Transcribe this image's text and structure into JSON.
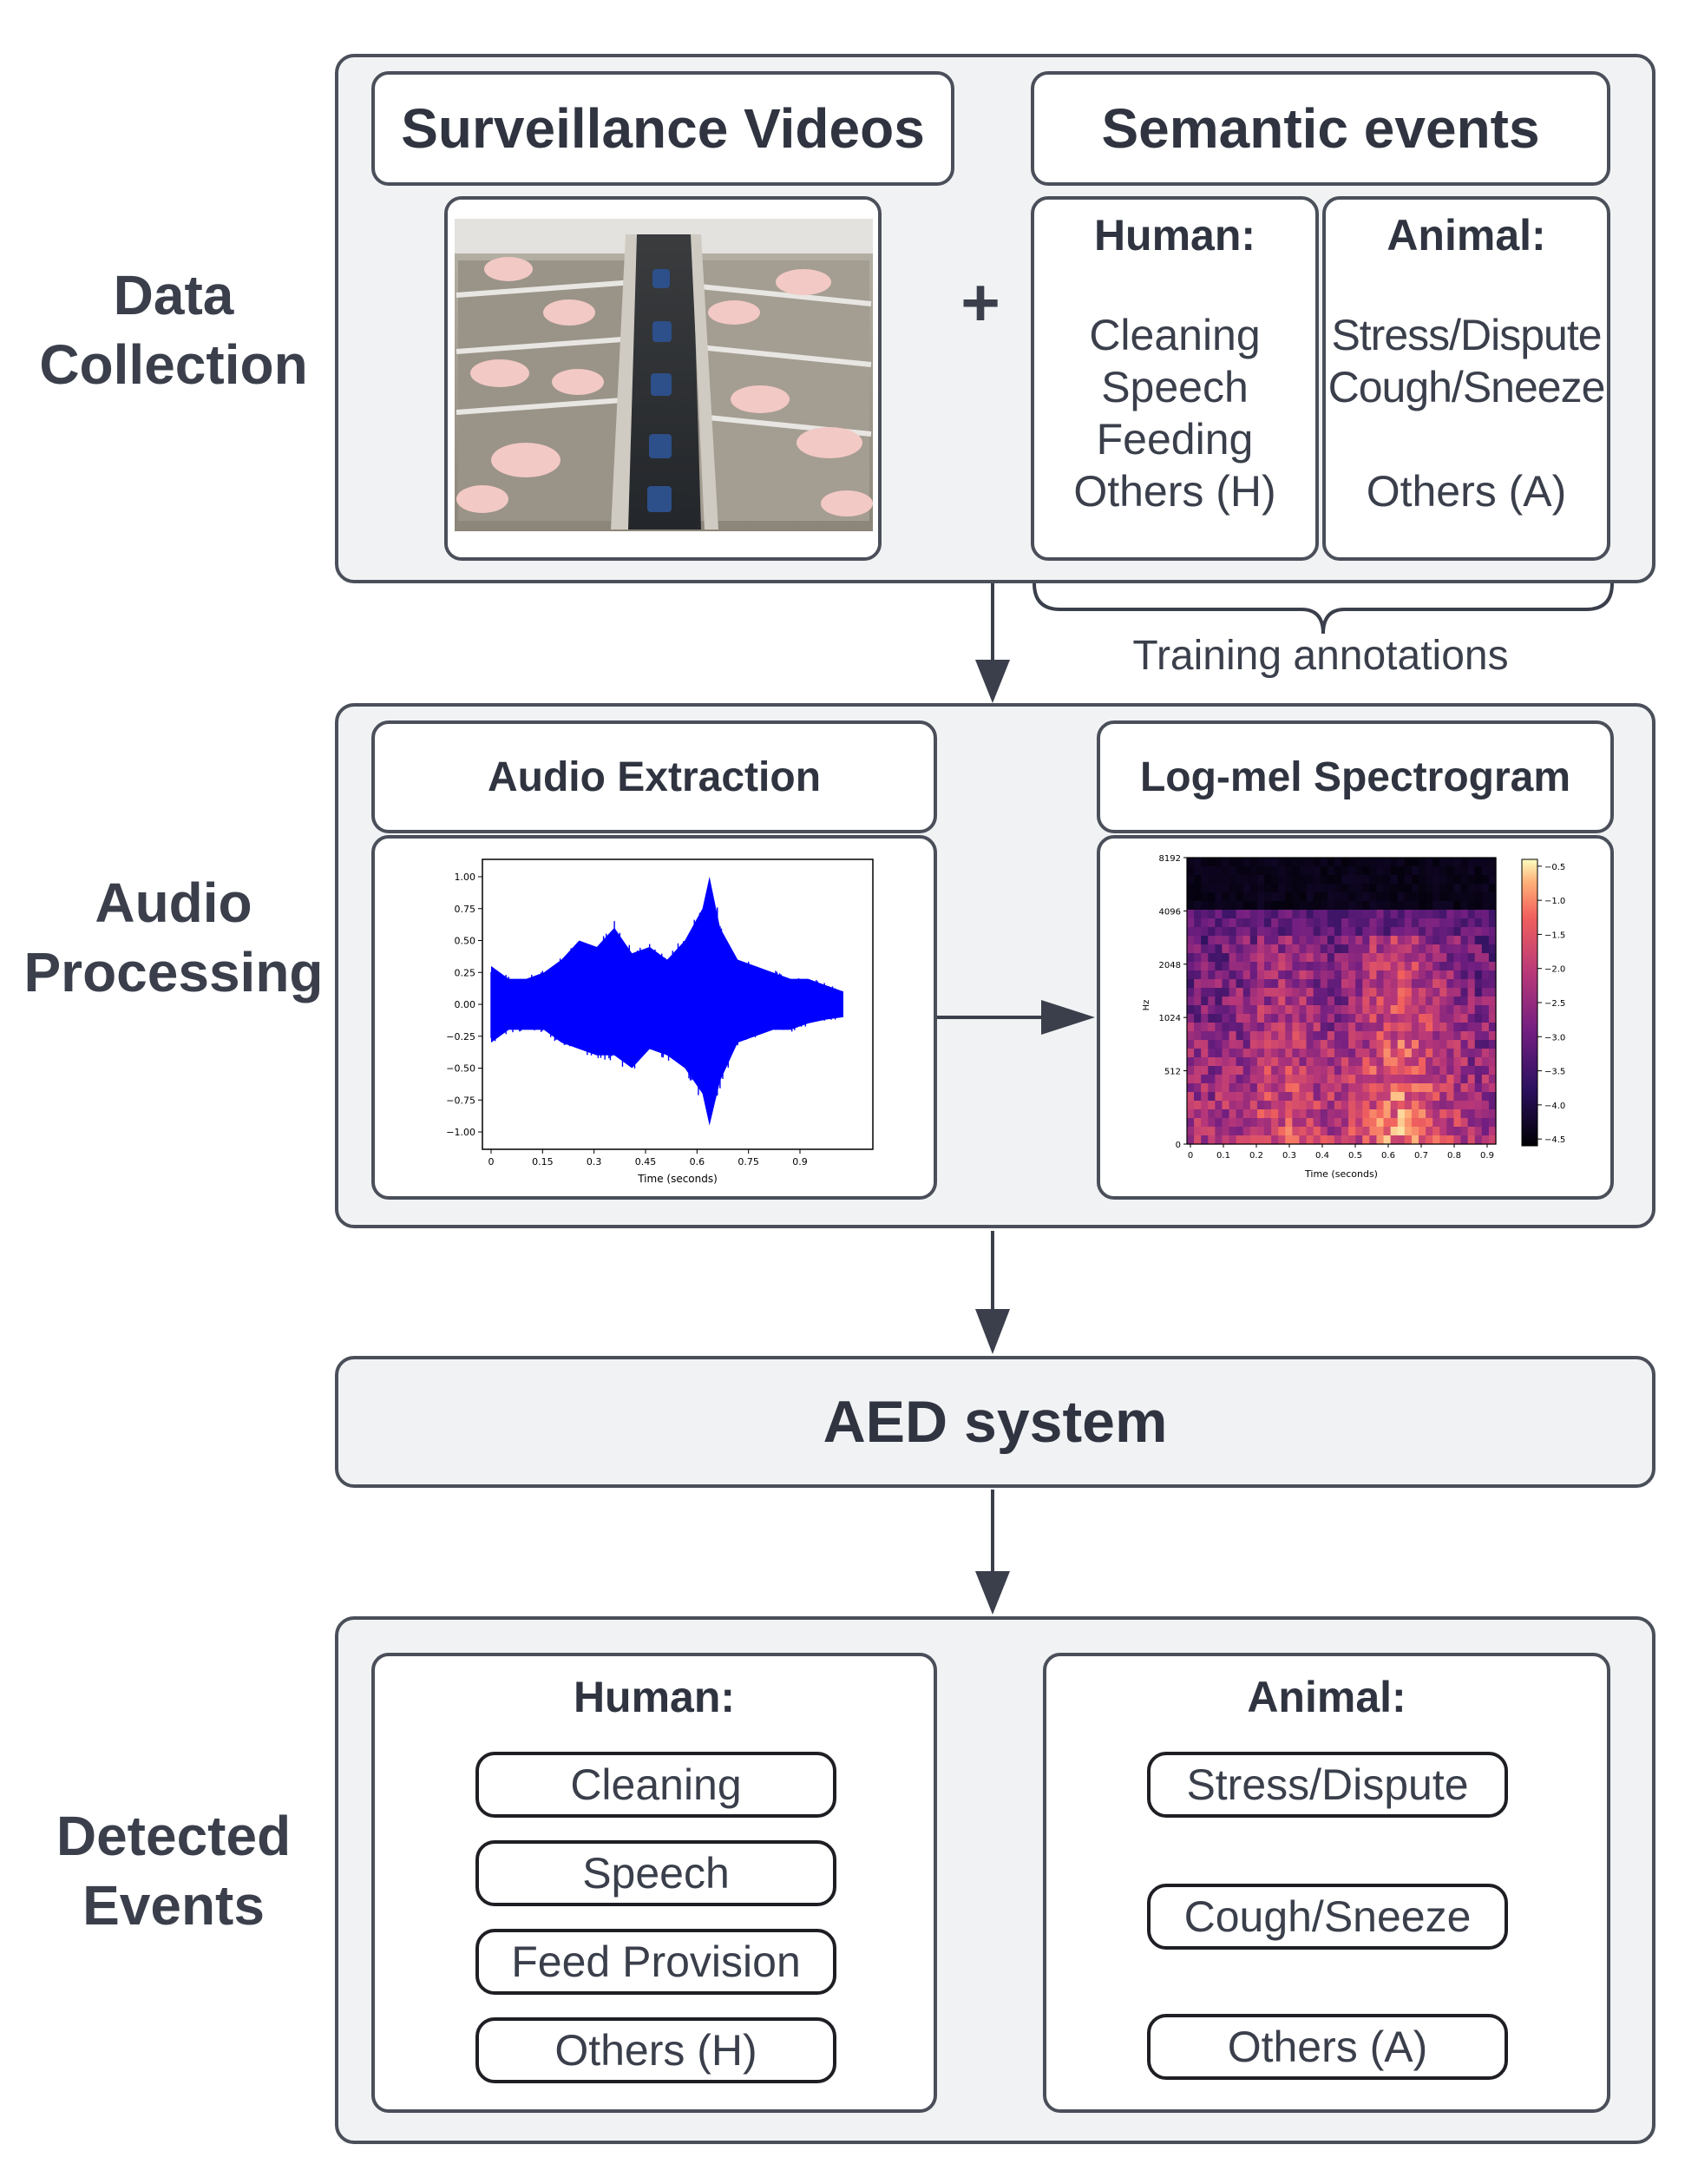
{
  "stages": {
    "collection": {
      "line1": "Data",
      "line2": "Collection"
    },
    "processing": {
      "line1": "Audio",
      "line2": "Processing"
    },
    "detected": {
      "line1": "Detected",
      "line2": "Events"
    }
  },
  "collection": {
    "videos_title": "Surveillance Videos",
    "plus": "+",
    "events_title": "Semantic events",
    "human": {
      "title": "Human:",
      "items": [
        "Cleaning",
        "Speech",
        "Feeding",
        "Others (H)"
      ]
    },
    "animal": {
      "title": "Animal:",
      "items": [
        "Stress/Dispute",
        "Cough/Sneeze",
        "Others (A)"
      ]
    },
    "training_label": "Training annotations"
  },
  "processing": {
    "extraction_title": "Audio Extraction",
    "spectrogram_title": "Log-mel Spectrogram"
  },
  "aed": {
    "title": "AED system"
  },
  "detected": {
    "human": {
      "title": "Human:",
      "items": [
        "Cleaning",
        "Speech",
        "Feed Provision",
        "Others (H)"
      ]
    },
    "animal": {
      "title": "Animal:",
      "items": [
        "Stress/Dispute",
        "Cough/Sneeze",
        "Others (A)"
      ]
    }
  },
  "colors": {
    "panel": "#f1f2f4",
    "stroke": "#4a4f5a",
    "text": "#3a3f4b",
    "waveform": "#0000ff"
  },
  "chart_data": [
    {
      "type": "line",
      "xlabel": "Time (seconds)",
      "ylabel": "",
      "xticks": [
        "0",
        "0.15",
        "0.3",
        "0.45",
        "0.6",
        "0.75",
        "0.9"
      ],
      "yticks": [
        "1.00",
        "0.75",
        "0.50",
        "0.25",
        "0.00",
        "−0.25",
        "−0.50",
        "−0.75",
        "−1.00"
      ],
      "xlim": [
        0,
        1.0
      ],
      "ylim": [
        -1.0,
        1.0
      ],
      "envelope": {
        "x": [
          0,
          0.05,
          0.1,
          0.15,
          0.2,
          0.25,
          0.3,
          0.35,
          0.4,
          0.45,
          0.5,
          0.55,
          0.6,
          0.62,
          0.65,
          0.7,
          0.75,
          0.8,
          0.85,
          0.9,
          0.95,
          1.0
        ],
        "upper": [
          0.3,
          0.2,
          0.2,
          0.25,
          0.35,
          0.5,
          0.45,
          0.6,
          0.4,
          0.45,
          0.35,
          0.5,
          0.75,
          1.0,
          0.6,
          0.35,
          0.3,
          0.25,
          0.2,
          0.2,
          0.15,
          0.1
        ],
        "lower": [
          -0.3,
          -0.2,
          -0.2,
          -0.2,
          -0.3,
          -0.35,
          -0.4,
          -0.4,
          -0.5,
          -0.35,
          -0.4,
          -0.5,
          -0.7,
          -0.95,
          -0.6,
          -0.3,
          -0.25,
          -0.2,
          -0.2,
          -0.15,
          -0.12,
          -0.1
        ]
      }
    },
    {
      "type": "heatmap",
      "xlabel": "Time (seconds)",
      "ylabel": "Hz",
      "xticks": [
        "0",
        "0.1",
        "0.2",
        "0.3",
        "0.4",
        "0.5",
        "0.6",
        "0.7",
        "0.8",
        "0.9"
      ],
      "yticks": [
        "8192",
        "4096",
        "2048",
        "1024",
        "512",
        "0"
      ],
      "colorbar_ticks": [
        "−0.5",
        "−1.0",
        "−1.5",
        "−2.0",
        "−2.5",
        "−3.0",
        "−3.5",
        "−4.0",
        "−4.5"
      ],
      "colorbar_range": [
        -4.6,
        -0.4
      ],
      "colormap": "magma"
    }
  ]
}
